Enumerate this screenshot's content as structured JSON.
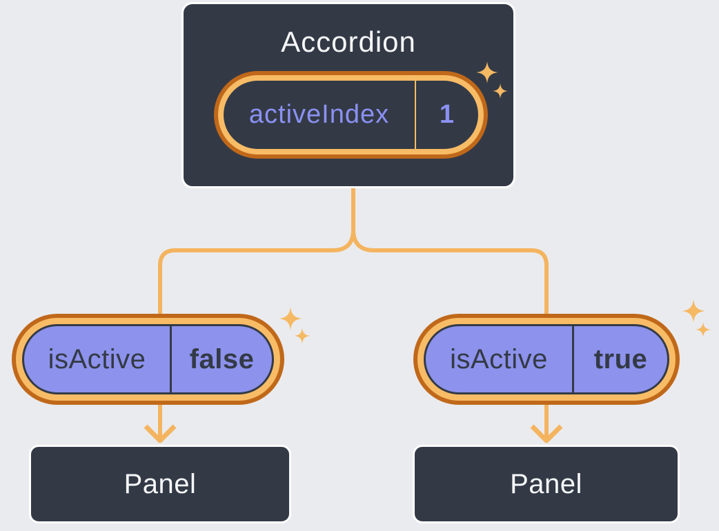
{
  "colors": {
    "background": "#EAEBEE",
    "node_fill": "#333A46",
    "node_border": "#FFFFFF",
    "node_text": "#F6F7F9",
    "pill_fill": "#8D92EC",
    "pill_text": "#333A46",
    "state_pill_text": "#8B91F2",
    "connector_orange": "#F4B45F",
    "ring_light_orange": "#F8BC66",
    "ring_dark_orange": "#C0681A",
    "sparkle_orange": "#F5B964"
  },
  "diagram": {
    "root": {
      "title": "Accordion",
      "state_pill": {
        "label": "activeIndex",
        "value": "1"
      },
      "sparkle_icon": "sparkles-icon"
    },
    "children": [
      {
        "pill": {
          "label": "isActive",
          "value": "false"
        },
        "panel": {
          "title": "Panel"
        },
        "sparkle_icon": "sparkles-icon"
      },
      {
        "pill": {
          "label": "isActive",
          "value": "true"
        },
        "panel": {
          "title": "Panel"
        },
        "sparkle_icon": "sparkles-icon"
      }
    ]
  }
}
